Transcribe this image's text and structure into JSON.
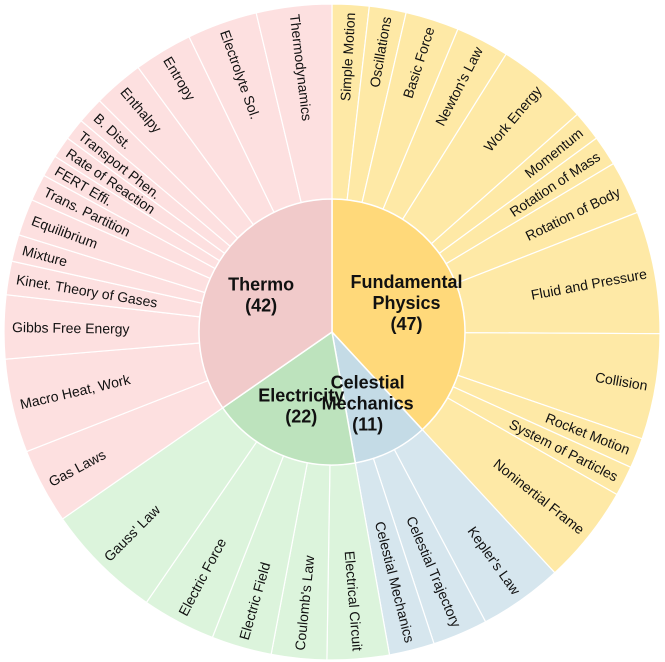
{
  "chart_data": {
    "type": "sunburst",
    "colors": {
      "Fundamental Physics": {
        "inner": "#ffd97a",
        "outer": "#fee9a6"
      },
      "Celestial Mechanics": {
        "inner": "#c4dbe6",
        "outer": "#d6e6ee"
      },
      "Electricity": {
        "inner": "#bde3bd",
        "outer": "#dcf4dc"
      },
      "Thermo": {
        "inner": "#f1caca",
        "outer": "#fde0e0"
      }
    },
    "categories": [
      {
        "name": "Fundamental Physics",
        "count": 47,
        "label_lines": [
          "Fundamental",
          "Physics",
          "(47)"
        ],
        "children": [
          {
            "name": "Simple Motion",
            "value": 2.2
          },
          {
            "name": "Oscillations",
            "value": 2.2
          },
          {
            "name": "Basic Force",
            "value": 3.2
          },
          {
            "name": "Newton's Law",
            "value": 3.2
          },
          {
            "name": "Work Energy",
            "value": 5.5
          },
          {
            "name": "Momentum",
            "value": 1.8
          },
          {
            "name": "Rotation of Mass",
            "value": 1.8
          },
          {
            "name": "Rotation of Body",
            "value": 3.2
          },
          {
            "name": "Fluid and Pressure",
            "value": 7.3
          },
          {
            "name": "Collision",
            "value": 6.3
          },
          {
            "name": "Rocket Motion",
            "value": 1.8
          },
          {
            "name": "System of Particles",
            "value": 1.8
          },
          {
            "name": "Noninertial Frame",
            "value": 5.9
          }
        ]
      },
      {
        "name": "Celestial Mechanics",
        "count": 11,
        "label_lines": [
          "Celestial",
          "Mechanics",
          "(11)"
        ],
        "children": [
          {
            "name": "Kepler's Law",
            "value": 5.0
          },
          {
            "name": "Celestial Trajectory",
            "value": 3.3
          },
          {
            "name": "Celestial Mechanics",
            "value": 2.7
          }
        ]
      },
      {
        "name": "Electricity",
        "count": 22,
        "label_lines": [
          "Electricity",
          "(22)"
        ],
        "children": [
          {
            "name": "Electrical Circuit",
            "value": 3.7
          },
          {
            "name": "Coulomb's Law",
            "value": 3.3
          },
          {
            "name": "Electric Field",
            "value": 3.6
          },
          {
            "name": "Electric Force",
            "value": 4.4
          },
          {
            "name": "Gauss' Law",
            "value": 7.0
          }
        ]
      },
      {
        "name": "Thermo",
        "count": 42,
        "label_lines": [
          "Thermo",
          "(42)"
        ],
        "children": [
          {
            "name": "Gas Laws",
            "value": 4.5
          },
          {
            "name": "Macro Heat, Work",
            "value": 5.6
          },
          {
            "name": "Gibbs Free Energy",
            "value": 3.8
          },
          {
            "name": "Kinet. Theory of Gases",
            "value": 2.0
          },
          {
            "name": "Mixture",
            "value": 1.6
          },
          {
            "name": "Equilibrium",
            "value": 2.2
          },
          {
            "name": "Trans. Partition",
            "value": 1.6
          },
          {
            "name": "FERT Effi.",
            "value": 1.3
          },
          {
            "name": "Rate of Reaction",
            "value": 1.3
          },
          {
            "name": "Transport Phen.",
            "value": 1.3
          },
          {
            "name": "B. Dist.",
            "value": 1.6
          },
          {
            "name": "Enthalpy",
            "value": 3.0
          },
          {
            "name": "Entropy",
            "value": 3.5
          },
          {
            "name": "Electrolyte Sol.",
            "value": 4.2
          },
          {
            "name": "Thermodynamics",
            "value": 4.5
          }
        ]
      }
    ]
  }
}
